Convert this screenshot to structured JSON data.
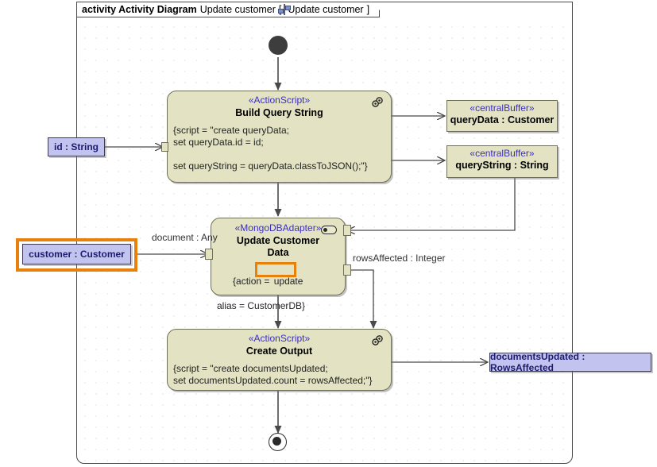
{
  "frame": {
    "keyword": "activity Activity Diagram",
    "name": "Update customer",
    "bracket_open": "[",
    "bracket_close": "]",
    "inner_name": "Update customer",
    "icon": "diagram-icon"
  },
  "colors": {
    "node_fill": "#e3e3c3",
    "node_border": "#6f6f55",
    "object_fill": "#c3c3f0",
    "object_border": "#3a3a55",
    "stereotype_text": "#3b2fc0",
    "highlight": "#e8810c",
    "canvas": "#ffffff",
    "wire": "#4a4a4a"
  },
  "nodes": {
    "initial": {
      "name": "initial-node"
    },
    "final": {
      "name": "activity-final-node"
    },
    "build_query": {
      "stereotype": "«ActionScript»",
      "title": "Build Query String",
      "body": "{script = \"create queryData;\nset queryData.id = id;\n\nset queryString = queryData.classToJSON();\"}",
      "icon": "script-icon"
    },
    "update_customer": {
      "stereotype": "«MongoDBAdapter»",
      "title_line1": "Update Customer",
      "title_line2": "Data",
      "body_prefix": "{action = ",
      "body_highlight": "update",
      "body_suffix": "alias = CustomerDB}",
      "icon": "adapter-icon",
      "highlighted": true
    },
    "create_output": {
      "stereotype": "«ActionScript»",
      "title": "Create Output",
      "body": "{script = \"create documentsUpdated;\nset documentsUpdated.count = rowsAffected;\"}",
      "icon": "script-icon"
    }
  },
  "buffers": [
    {
      "stereotype": "«centralBuffer»",
      "label": "queryData : Customer"
    },
    {
      "stereotype": "«centralBuffer»",
      "label": "queryString : String"
    }
  ],
  "objects": [
    {
      "label": "id : String",
      "highlighted": false
    },
    {
      "label": "customer : Customer",
      "highlighted": true
    },
    {
      "label": "documentsUpdated : RowsAffected",
      "highlighted": false
    }
  ],
  "edge_labels": [
    {
      "text": "document : Any"
    },
    {
      "text": "rowsAffected : Integer"
    }
  ]
}
